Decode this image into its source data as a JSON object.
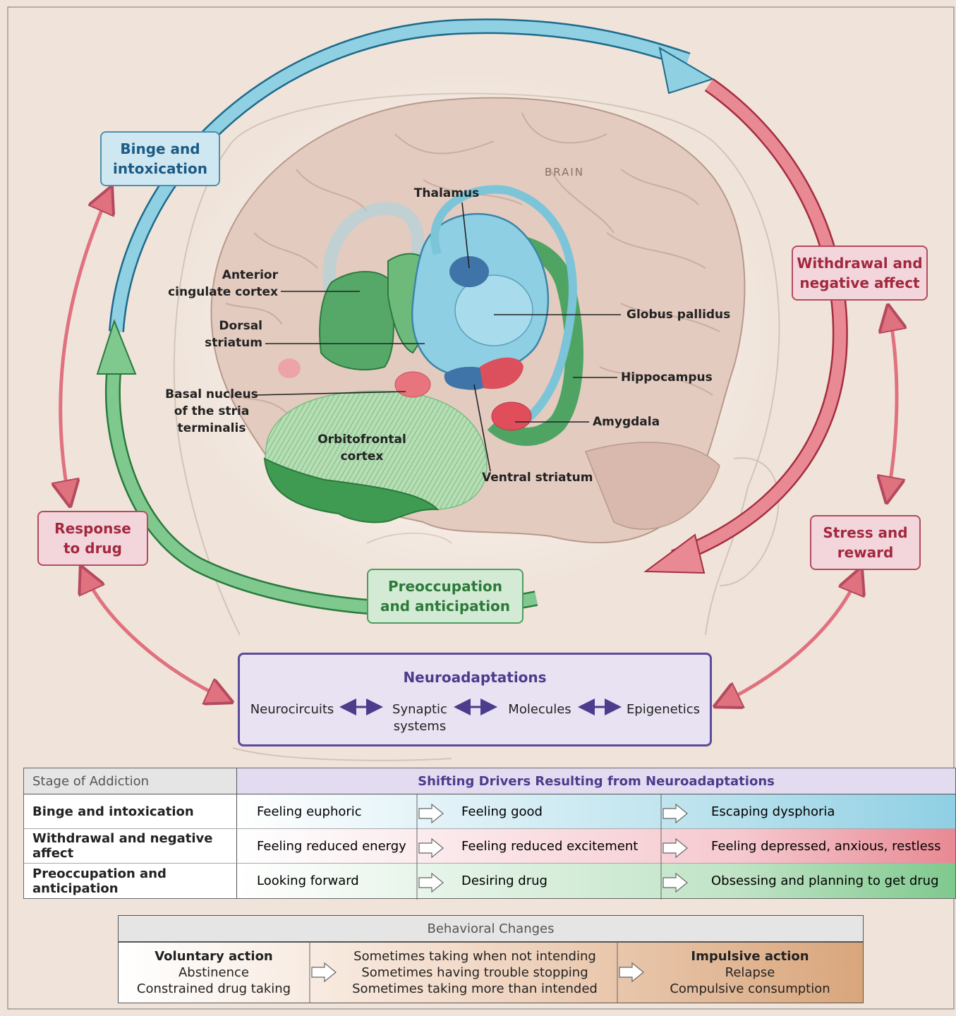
{
  "stages": {
    "binge": "Binge and\nintoxication",
    "withdrawal": "Withdrawal and\nnegative affect",
    "preoccupation": "Preoccupation\nand anticipation",
    "response": "Response\nto drug",
    "stress": "Stress and\nreward"
  },
  "brain": {
    "title": "BRAIN",
    "labels": {
      "thalamus": "Thalamus",
      "acc": "Anterior\ncingulate cortex",
      "dorsal_striatum": "Dorsal\nstriatum",
      "bnst": "Basal nucleus\nof the stria\nterminalis",
      "ofc": "Orbitofrontal\ncortex",
      "globus_pallidus": "Globus pallidus",
      "hippocampus": "Hippocampus",
      "amygdala": "Amygdala",
      "ventral_striatum": "Ventral striatum"
    }
  },
  "neuroadaptations": {
    "title": "Neuroadaptations",
    "items": [
      "Neurocircuits",
      "Synaptic\nsystems",
      "Molecules",
      "Epigenetics"
    ]
  },
  "drivers_table": {
    "header_stage": "Stage of Addiction",
    "header_drivers": "Shifting Drivers Resulting from Neuroadaptations",
    "rows": [
      {
        "stage": "Binge and intoxication",
        "cells": [
          "Feeling euphoric",
          "Feeling good",
          "Escaping dysphoria"
        ]
      },
      {
        "stage": "Withdrawal and negative affect",
        "cells": [
          "Feeling reduced energy",
          "Feeling reduced excitement",
          "Feeling depressed, anxious, restless"
        ]
      },
      {
        "stage": "Preoccupation and anticipation",
        "cells": [
          "Looking forward",
          "Desiring drug",
          "Obsessing and planning to get drug"
        ]
      }
    ]
  },
  "behavior": {
    "title": "Behavioral Changes",
    "col1_title": "Voluntary action",
    "col1_lines": [
      "Abstinence",
      "Constrained drug taking"
    ],
    "col2_lines": [
      "Sometimes taking when not intending",
      "Sometimes having trouble stopping",
      "Sometimes taking more than intended"
    ],
    "col3_title": "Impulsive action",
    "col3_lines": [
      "Relapse",
      "Compulsive consumption"
    ]
  },
  "colors": {
    "background": "#f0e4da",
    "blue": "#7cc4d8",
    "red": "#e0727f",
    "green": "#67b879",
    "purple": "#5a4b9b"
  }
}
